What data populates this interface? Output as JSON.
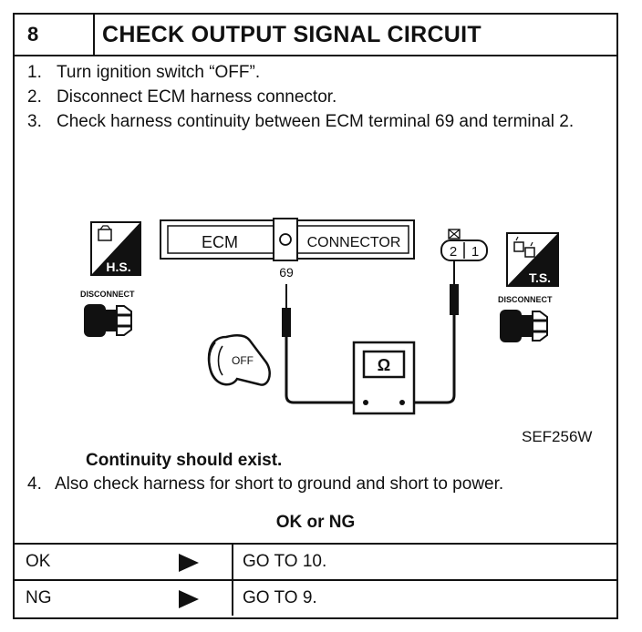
{
  "header": {
    "step_number": "8",
    "title": "CHECK OUTPUT SIGNAL CIRCUIT"
  },
  "steps": [
    {
      "num": "1.",
      "text": "Turn ignition switch “OFF”."
    },
    {
      "num": "2.",
      "text": "Disconnect ECM harness connector."
    },
    {
      "num": "3.",
      "text": "Check harness continuity between ECM terminal 69 and terminal 2."
    }
  ],
  "diagram": {
    "ecm_label": "ECM",
    "connector_label": "CONNECTOR",
    "terminal_label": "69",
    "left_badge": "H.S.",
    "right_badge": "T.S.",
    "disconnect_left": "DISCONNECT",
    "disconnect_right": "DISCONNECT",
    "connector_pins": [
      "2",
      "1"
    ],
    "key_label": "OFF",
    "meter_symbol": "Ω",
    "figure_code": "SEF256W"
  },
  "continuity_text": "Continuity should exist.",
  "step4": {
    "num": "4.",
    "text": "Also check harness for short to ground and short to power."
  },
  "result_header": "OK or NG",
  "results": [
    {
      "label": "OK",
      "action": "GO TO 10."
    },
    {
      "label": "NG",
      "action": "GO TO 9."
    }
  ]
}
